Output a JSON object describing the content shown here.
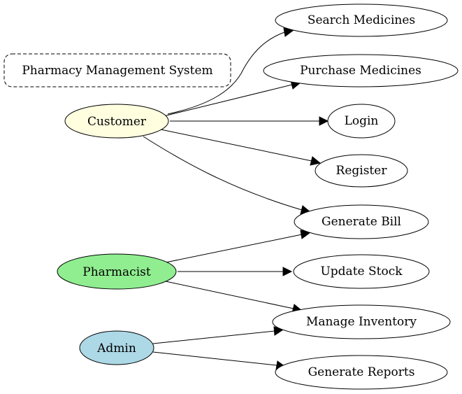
{
  "diagram": {
    "system_label": "Pharmacy Management System",
    "actors": [
      {
        "id": "customer",
        "label": "Customer",
        "fill": "#ffffe0",
        "stroke": "none"
      },
      {
        "id": "pharmacist",
        "label": "Pharmacist",
        "fill": "#90ee90",
        "stroke": "none"
      },
      {
        "id": "admin",
        "label": "Admin",
        "fill": "#add8e6",
        "stroke": "none"
      }
    ],
    "use_cases": [
      {
        "id": "search",
        "label": "Search Medicines"
      },
      {
        "id": "purchase",
        "label": "Purchase Medicines"
      },
      {
        "id": "login",
        "label": "Login"
      },
      {
        "id": "register",
        "label": "Register"
      },
      {
        "id": "bill",
        "label": "Generate Bill"
      },
      {
        "id": "stock",
        "label": "Update Stock"
      },
      {
        "id": "inventory",
        "label": "Manage Inventory"
      },
      {
        "id": "reports",
        "label": "Generate Reports"
      }
    ],
    "edges": [
      {
        "from": "customer",
        "to": "search"
      },
      {
        "from": "customer",
        "to": "purchase"
      },
      {
        "from": "customer",
        "to": "login"
      },
      {
        "from": "customer",
        "to": "register"
      },
      {
        "from": "customer",
        "to": "bill"
      },
      {
        "from": "pharmacist",
        "to": "bill"
      },
      {
        "from": "pharmacist",
        "to": "stock"
      },
      {
        "from": "pharmacist",
        "to": "inventory"
      },
      {
        "from": "admin",
        "to": "inventory"
      },
      {
        "from": "admin",
        "to": "reports"
      }
    ]
  }
}
